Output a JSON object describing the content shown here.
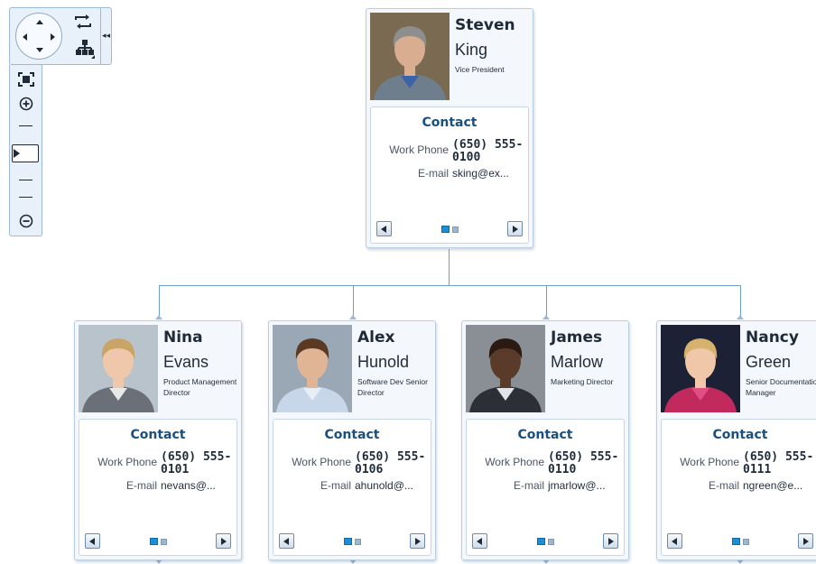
{
  "navigator": {
    "pan_up_icon": "chevron-up-icon",
    "pan_down_icon": "chevron-down-icon",
    "pan_left_icon": "chevron-left-icon",
    "pan_right_icon": "chevron-right-icon",
    "orientation_icon": "rotate-icon",
    "layout_icon": "hierarchy-icon",
    "collapse_icon": "double-chevron-left-icon",
    "fit_icon": "fit-to-screen-icon",
    "zoom_in_icon": "zoom-in-icon",
    "zoom_out_icon": "zoom-out-icon"
  },
  "colors": {
    "connector": "#6f9fd0",
    "card_border": "#b7cfe6",
    "contact_title": "#1b4f7e",
    "active_page_dot": "#1b8fd6"
  },
  "cards": [
    {
      "first_name": "Steven",
      "last_name": "King",
      "title": "Vice President",
      "contact_heading": "Contact",
      "phone_label": "Work Phone",
      "phone": "(650) 555-0100",
      "email_label": "E-mail",
      "email": "sking@ex...",
      "active_page": 1,
      "page_count": 2
    },
    {
      "first_name": "Nina",
      "last_name": "Evans",
      "title": "Product Management Director",
      "contact_heading": "Contact",
      "phone_label": "Work Phone",
      "phone": "(650) 555-0101",
      "email_label": "E-mail",
      "email": "nevans@...",
      "active_page": 1,
      "page_count": 2
    },
    {
      "first_name": "Alex",
      "last_name": "Hunold",
      "title": "Software Dev Senior Director",
      "contact_heading": "Contact",
      "phone_label": "Work Phone",
      "phone": "(650) 555-0106",
      "email_label": "E-mail",
      "email": "ahunold@...",
      "active_page": 1,
      "page_count": 2
    },
    {
      "first_name": "James",
      "last_name": "Marlow",
      "title": "Marketing Director",
      "contact_heading": "Contact",
      "phone_label": "Work Phone",
      "phone": "(650) 555-0110",
      "email_label": "E-mail",
      "email": "jmarlow@...",
      "active_page": 1,
      "page_count": 2
    },
    {
      "first_name": "Nancy",
      "last_name": "Green",
      "title": "Senior Documentation Manager",
      "contact_heading": "Contact",
      "phone_label": "Work Phone",
      "phone": "(650) 555-0111",
      "email_label": "E-mail",
      "email": "ngreen@e...",
      "active_page": 1,
      "page_count": 2
    }
  ]
}
